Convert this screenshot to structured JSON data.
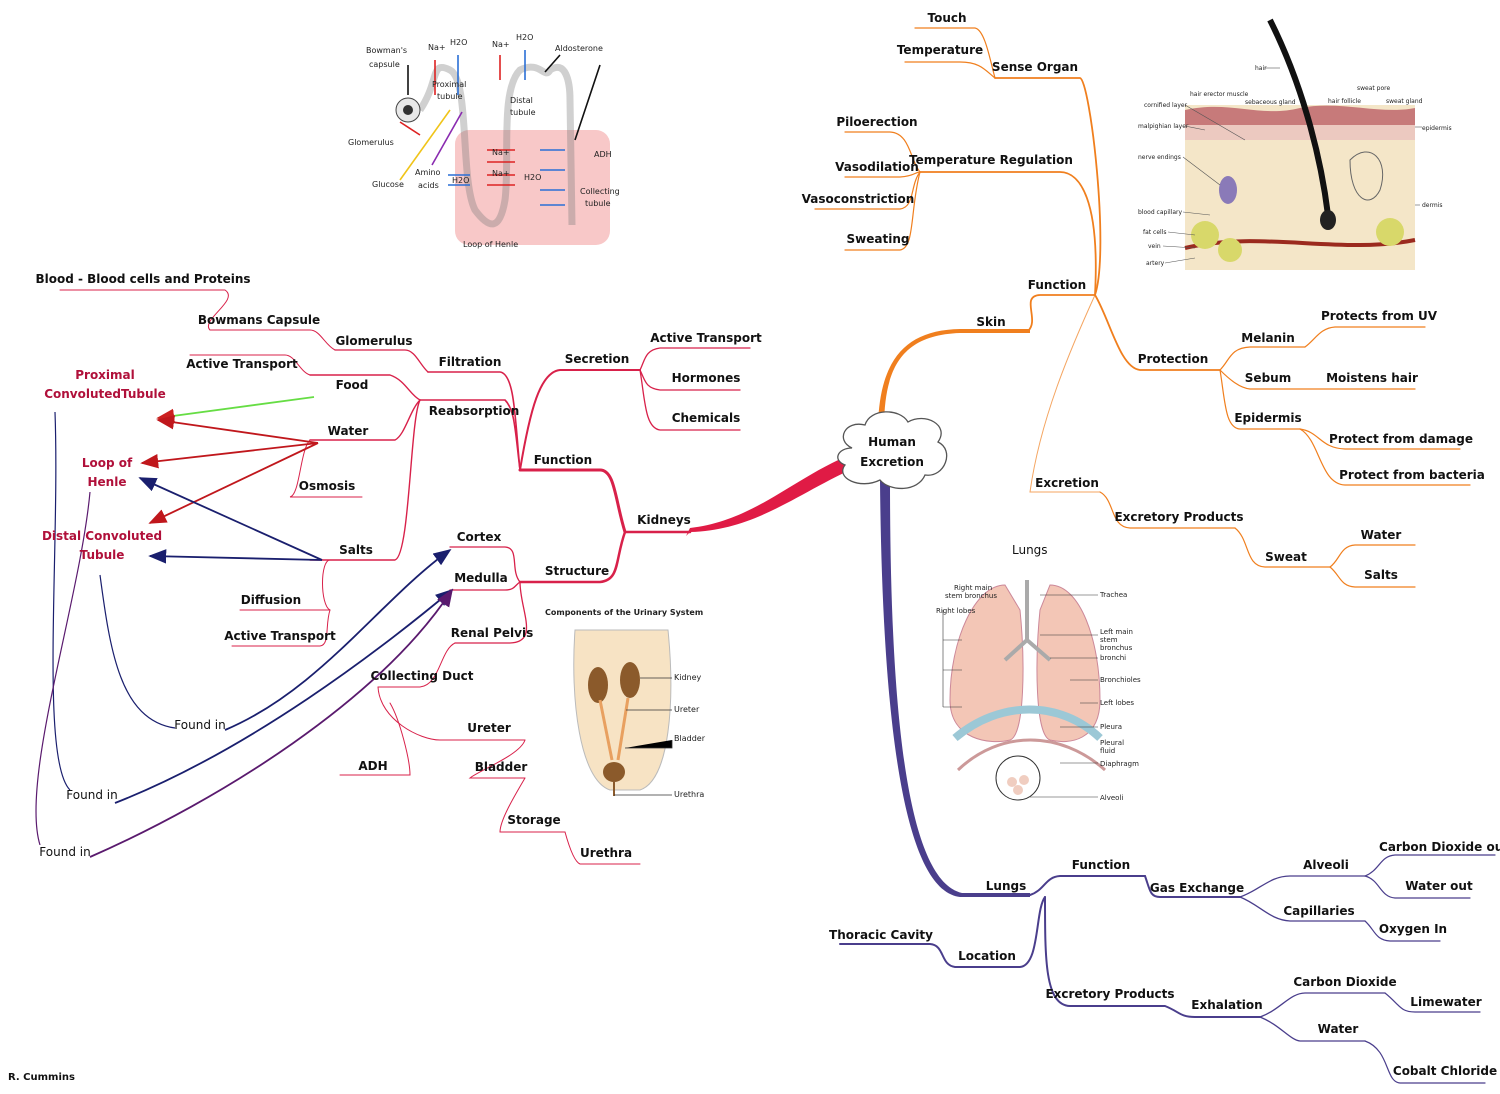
{
  "center": {
    "line1": "Human",
    "line2": "Excretion"
  },
  "credit": "R. Cummins",
  "colors": {
    "kidney": "#d8214a",
    "skin": "#f07f1e",
    "lungs": "#4a3e8c",
    "link_green": "#66dd44",
    "link_red": "#c0171c",
    "link_navy": "#1a1f6e",
    "link_purple": "#5a1a6e"
  },
  "kidneys": {
    "root": "Kidneys",
    "function": "Function",
    "structure": "Structure",
    "secretion": "Secretion",
    "active_transport": "Active Transport",
    "hormones": "Hormones",
    "chemicals": "Chemicals",
    "filtration": "Filtration",
    "glomerulus": "Glomerulus",
    "bowmans_capsule": "Bowmans Capsule",
    "blood": "Blood - Blood cells and Proteins",
    "reabsorption": "Reabsorption",
    "food": "Food",
    "food_active_transport": "Active Transport",
    "water": "Water",
    "osmosis": "Osmosis",
    "salts": "Salts",
    "diffusion": "Diffusion",
    "salts_active_transport": "Active Transport",
    "pct_line1": "Proximal",
    "pct_line2": "ConvolutedTubule",
    "loop_line1": "Loop of",
    "loop_line2": "Henle",
    "dct_line1": "Distal Convoluted",
    "dct_line2": "Tubule",
    "found_in": "Found in",
    "cortex": "Cortex",
    "medulla": "Medulla",
    "renal_pelvis": "Renal Pelvis",
    "collecting_duct": "Collecting Duct",
    "adh": "ADH",
    "ureter": "Ureter",
    "bladder": "Bladder",
    "storage": "Storage",
    "urethra": "Urethra"
  },
  "skin": {
    "root": "Skin",
    "function": "Function",
    "sense_organ": "Sense Organ",
    "touch": "Touch",
    "temperature": "Temperature",
    "temp_regulation": "Temperature Regulation",
    "piloerection": "Piloerection",
    "vasodilation": "Vasodilation",
    "vasoconstriction": "Vasoconstriction",
    "sweating": "Sweating",
    "protection": "Protection",
    "melanin": "Melanin",
    "protects_uv": "Protects from UV",
    "sebum": "Sebum",
    "moistens_hair": "Moistens hair",
    "epidermis": "Epidermis",
    "protect_damage": "Protect from damage",
    "protect_bacteria": "Protect from bacteria",
    "excretion": "Excretion",
    "excretory_products": "Excretory Products",
    "sweat": "Sweat",
    "water": "Water",
    "salts": "Salts"
  },
  "lungs": {
    "root": "Lungs",
    "function": "Function",
    "gas_exchange": "Gas Exchange",
    "alveoli": "Alveoli",
    "co2_out": "Carbon Dioxide out",
    "water_out": "Water out",
    "capillaries": "Capillaries",
    "oxygen_in": "Oxygen In",
    "location": "Location",
    "thoracic_cavity": "Thoracic Cavity",
    "excretory_products": "Excretory Products",
    "exhalation": "Exhalation",
    "carbon_dioxide": "Carbon Dioxide",
    "limewater": "Limewater",
    "water": "Water",
    "cobalt_chloride": "Cobalt Chloride"
  },
  "images": {
    "nephron": {
      "bowmans": "Bowman's",
      "capsule": "capsule",
      "glomerulus": "Glomerulus",
      "glucose": "Glucose",
      "amino": "Amino",
      "acids": "acids",
      "proximal": "Proximal",
      "tubule": "tubule",
      "distal": "Distal",
      "aldosterone": "Aldosterone",
      "adh": "ADH",
      "collecting": "Collecting",
      "loop": "Loop of Henle",
      "na": "Na+",
      "h2o": "H2O"
    },
    "urinary": {
      "title": "Components of the Urinary System",
      "kidney": "Kidney",
      "ureter": "Ureter",
      "bladder": "Bladder",
      "urethra": "Urethra"
    },
    "lungs": {
      "title": "Lungs",
      "trachea": "Trachea",
      "right_main": "Right main",
      "stem_bronchus": "stem bronchus",
      "right_lobes": "Right lobes",
      "left_main": "Left main",
      "stem": "stem",
      "bronchus": "bronchus",
      "bronchi": "bronchi",
      "bronchioles": "Bronchioles",
      "left_lobes": "Left lobes",
      "pleura": "Pleura",
      "pleural": "Pleural",
      "fluid": "fluid",
      "diaphragm": "Diaphragm",
      "alveoli": "Alveoli"
    },
    "skin": {
      "hair": "hair",
      "sweat_pore": "sweat pore",
      "hair_erector": "hair erector muscle",
      "hair_follicle": "hair follicle",
      "sweat_gland": "sweat gland",
      "cornified": "cornified layer",
      "sebaceous": "sebaceous gland",
      "malpighian": "malpighian layer",
      "epidermis": "epidermis",
      "nerve": "nerve endings",
      "blood_capillary": "blood capillary",
      "dermis": "dermis",
      "fat_cells": "fat cells",
      "vein": "vein",
      "artery": "artery"
    }
  }
}
